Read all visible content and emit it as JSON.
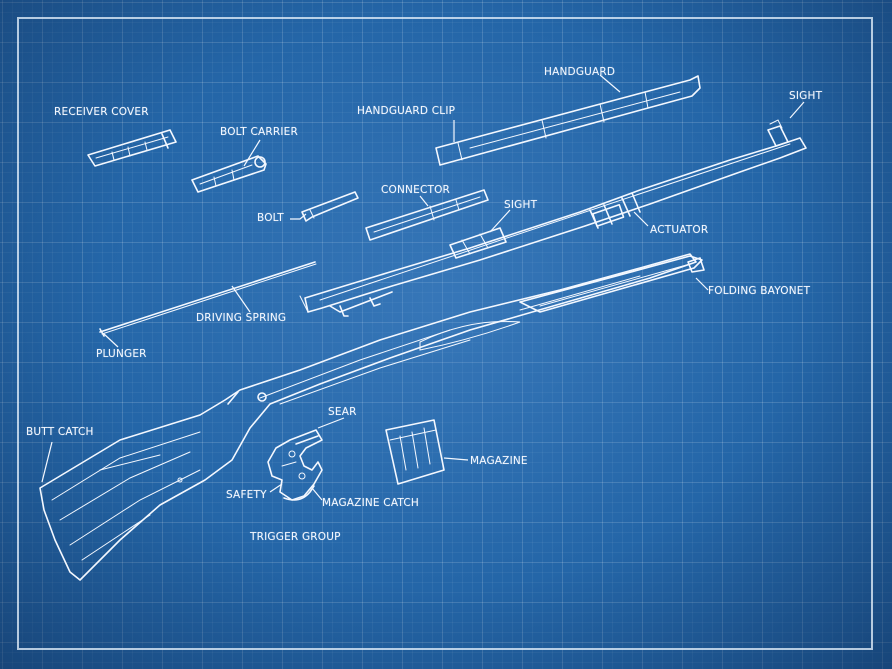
{
  "labels": {
    "handguard": "HANDGUARD",
    "sight_front": "SIGHT",
    "receiver_cover": "RECEIVER COVER",
    "handguard_clip": "HANDGUARD CLIP",
    "bolt_carrier": "BOLT CARRIER",
    "connector": "CONNECTOR",
    "bolt": "BOLT",
    "sight_rear": "SIGHT",
    "actuator": "ACTUATOR",
    "folding_bayonet": "FOLDING BAYONET",
    "driving_spring": "DRIVING SPRING",
    "plunger": "PLUNGER",
    "sear": "SEAR",
    "butt_catch": "BUTT CATCH",
    "magazine": "MAGAZINE",
    "safety": "SAFETY",
    "magazine_catch": "MAGAZINE CATCH",
    "trigger_group": "TRIGGER GROUP"
  },
  "colors": {
    "background": "#2466a8",
    "ink": "#f4f8ff"
  }
}
